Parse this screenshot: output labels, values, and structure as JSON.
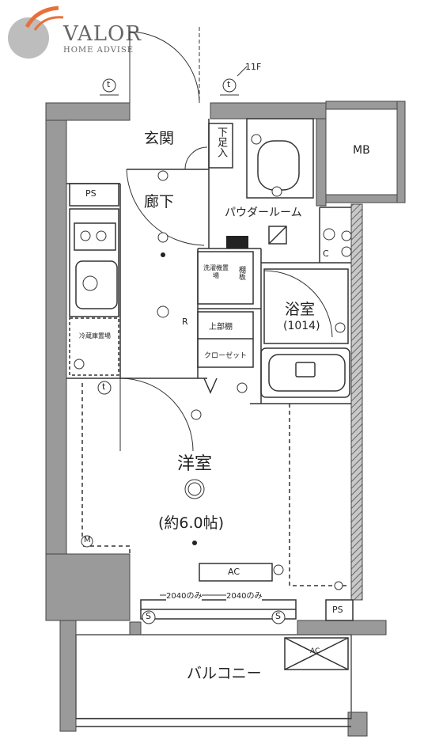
{
  "logo": {
    "name": "VALOR",
    "tagline": "HOME ADVISE"
  },
  "floor_label": "11F",
  "rooms": {
    "entrance": "玄関",
    "shoe_box": "下足入",
    "hallway": "廊下",
    "powder_room": "パウダールーム",
    "bath": "浴室",
    "bath_size": "(1014)",
    "western_room": "洋室",
    "western_room_size": "(約6.0帖)",
    "balcony": "バルコニー",
    "mb": "MB",
    "ps_top": "PS",
    "ps_bottom": "PS"
  },
  "equipment": {
    "washer": "洗濯機置場",
    "shelf": "棚板",
    "fridge": "冷蔵庫置場",
    "upper_shelf": "上部棚",
    "closet": "クローゼット",
    "r_mark": "R",
    "c_mark": "C",
    "m_mark": "M",
    "t_mark": "t",
    "s_mark": "S",
    "ac": "AC",
    "ac_outdoor": "AC",
    "window_note_left": "2040のみ",
    "window_note_right": "2040のみ"
  },
  "colors": {
    "wall": "#9a9a9a",
    "line": "#333333",
    "logo_accent": "#e8703a"
  }
}
